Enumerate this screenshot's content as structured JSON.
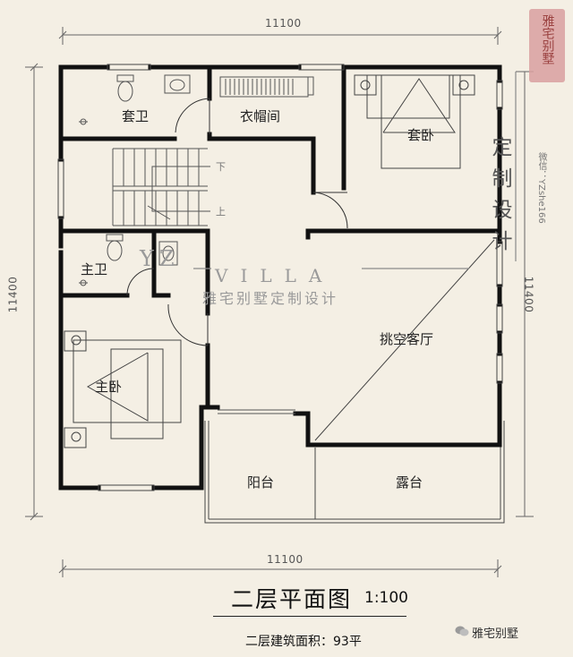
{
  "plan": {
    "dimensions": {
      "top": "11100",
      "bottom": "11100",
      "left": "11400",
      "right": "11400"
    },
    "rooms": {
      "guest_bath": "套卫",
      "cloakroom": "衣帽间",
      "guest_bedroom": "套卧",
      "master_bath": "主卫",
      "master_bedroom": "主卧",
      "double_height_living": "挑空客厅",
      "balcony": "阳台",
      "terrace": "露台"
    },
    "stair": {
      "down": "下",
      "up": "上"
    },
    "watermark": {
      "yz": "YZ",
      "villa": "VILLA",
      "cn": "雅宅别墅定制设计"
    },
    "side_text": {
      "vertical": "定制设计",
      "wechat": "微信：YZshe166"
    },
    "seal": "雅宅别墅",
    "title": "二层平面图",
    "scale": "1:100",
    "area_note": "二层建筑面积：93平",
    "brand": "雅宅别墅"
  },
  "colors": {
    "background": "#f4efe4",
    "wall": "#111111",
    "seal": "#d9a0a0",
    "watermark": "#9a9a9a"
  }
}
